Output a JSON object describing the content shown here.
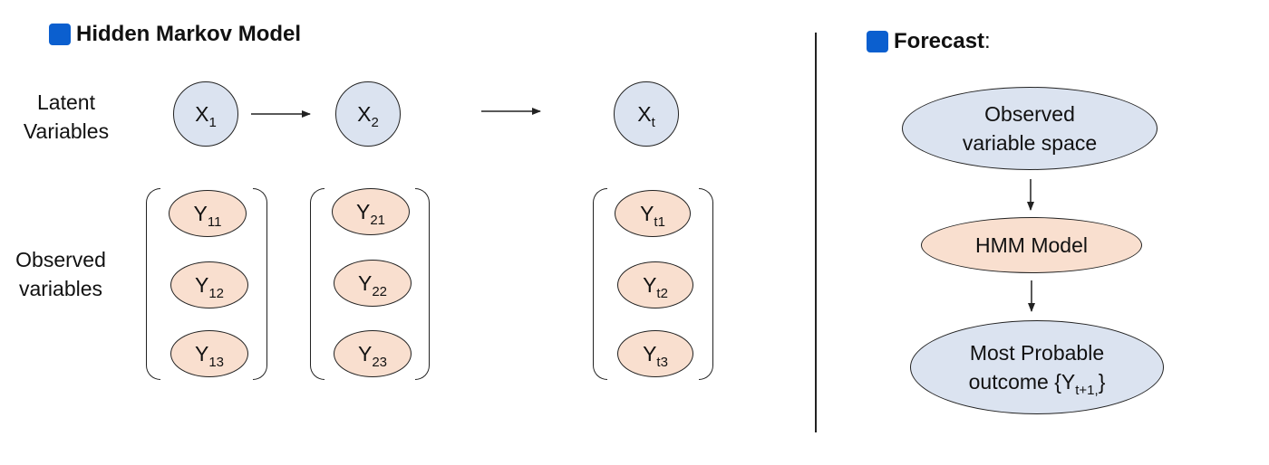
{
  "colors": {
    "header_square": "#0b5fcf",
    "latent_fill": "#dbe3f0",
    "observed_fill": "#f9dfcf",
    "stroke": "#222222"
  },
  "hmm": {
    "title": "Hidden Markov Model",
    "latent_label_1": "Latent",
    "latent_label_2": "Variables",
    "observed_label_1": "Observed",
    "observed_label_2": "variables",
    "latent": [
      {
        "base": "X",
        "sub": "1"
      },
      {
        "base": "X",
        "sub": "2"
      },
      {
        "base": "X",
        "sub": "t"
      }
    ],
    "groups": [
      [
        {
          "base": "Y",
          "sub": "11"
        },
        {
          "base": "Y",
          "sub": "12"
        },
        {
          "base": "Y",
          "sub": "13"
        }
      ],
      [
        {
          "base": "Y",
          "sub": "21"
        },
        {
          "base": "Y",
          "sub": "22"
        },
        {
          "base": "Y",
          "sub": "23"
        }
      ],
      [
        {
          "base": "Y",
          "sub": "t1"
        },
        {
          "base": "Y",
          "sub": "t2"
        },
        {
          "base": "Y",
          "sub": "t3"
        }
      ]
    ]
  },
  "forecast": {
    "title": "Forecast",
    "title_suffix": ":",
    "node1_line1": "Observed",
    "node1_line2": "variable space",
    "node2": "HMM Model",
    "node3_line1": "Most Probable",
    "node3_line2_pre": "outcome {Y",
    "node3_line2_sub": "t+1,",
    "node3_line2_post": "}"
  }
}
